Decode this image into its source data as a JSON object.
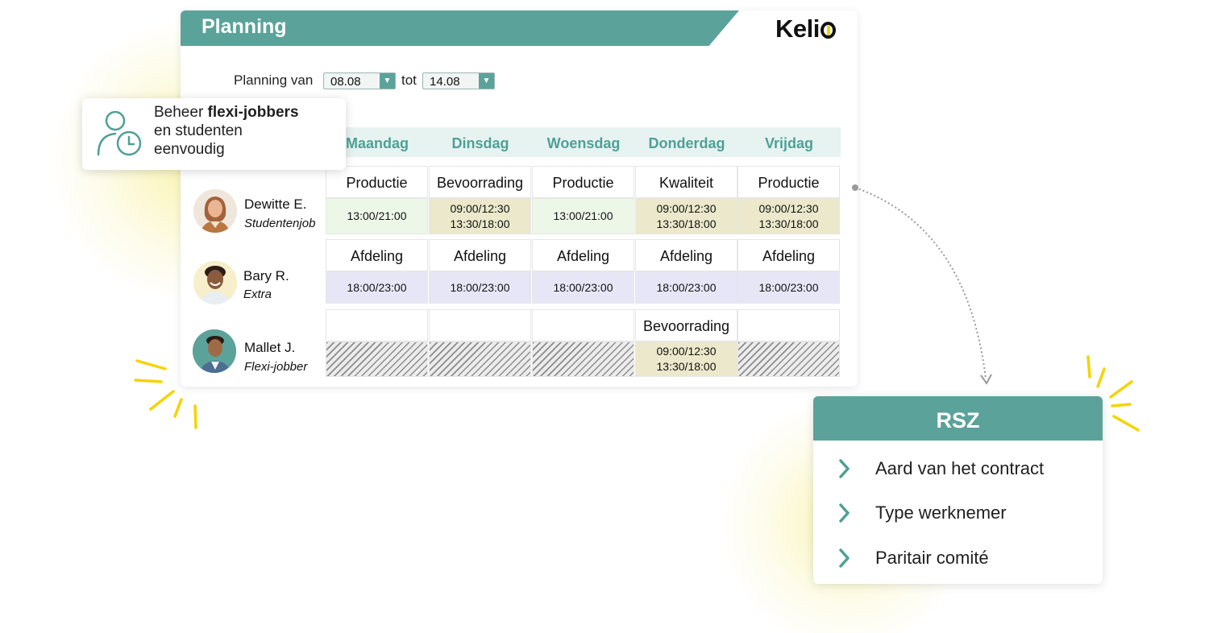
{
  "header": {
    "title": "Planning"
  },
  "logo": {
    "text": "Keli",
    "accent_color": "#f5d300"
  },
  "date_range": {
    "from_label": "Planning van",
    "from_value": "08.08",
    "to_label": "tot",
    "to_value": "14.08"
  },
  "callout": {
    "line1_prefix": "Beheer ",
    "line1_bold": "flexi-jobbers",
    "line2": "en studenten",
    "line3": "eenvoudig",
    "icon": "person-clock-icon"
  },
  "days": [
    "Maandag",
    "Dinsdag",
    "Woensdag",
    "Donderdag",
    "Vrijdag"
  ],
  "employees": [
    {
      "name": "Dewitte E.",
      "role": "Studentenjob",
      "cells": [
        {
          "dept": "Productie",
          "time1": "13:00/21:00",
          "time2": ""
        },
        {
          "dept": "Bevoorrading",
          "time1": "09:00/12:30",
          "time2": "13:30/18:00"
        },
        {
          "dept": "Productie",
          "time1": "13:00/21:00",
          "time2": ""
        },
        {
          "dept": "Kwaliteit",
          "time1": "09:00/12:30",
          "time2": "13:30/18:00"
        },
        {
          "dept": "Productie",
          "time1": "09:00/12:30",
          "time2": "13:30/18:00"
        }
      ]
    },
    {
      "name": "Bary R.",
      "role": "Extra",
      "cells": [
        {
          "dept": "Afdeling",
          "time1": "18:00/23:00",
          "time2": ""
        },
        {
          "dept": "Afdeling",
          "time1": "18:00/23:00",
          "time2": ""
        },
        {
          "dept": "Afdeling",
          "time1": "18:00/23:00",
          "time2": ""
        },
        {
          "dept": "Afdeling",
          "time1": "18:00/23:00",
          "time2": ""
        },
        {
          "dept": "Afdeling",
          "time1": "18:00/23:00",
          "time2": ""
        }
      ]
    },
    {
      "name": "Mallet J.",
      "role": "Flexi-jobber",
      "cells": [
        {
          "dept": "",
          "time1": "",
          "time2": ""
        },
        {
          "dept": "",
          "time1": "",
          "time2": ""
        },
        {
          "dept": "",
          "time1": "",
          "time2": ""
        },
        {
          "dept": "Bevoorrading",
          "time1": "09:00/12:30",
          "time2": "13:30/18:00"
        },
        {
          "dept": "",
          "time1": "",
          "time2": ""
        }
      ]
    }
  ],
  "rsz": {
    "title": "RSZ",
    "items": [
      "Aard van het contract",
      "Type werknemer",
      "Paritair comité"
    ]
  },
  "colors": {
    "teal": "#5ba39a",
    "day_header_bg": "#e7f3f1",
    "shift_green": "#edf7e8",
    "shift_olive": "#ebe8cb",
    "shift_lavender": "#e7e6f6",
    "spark_yellow": "#f5d300"
  }
}
